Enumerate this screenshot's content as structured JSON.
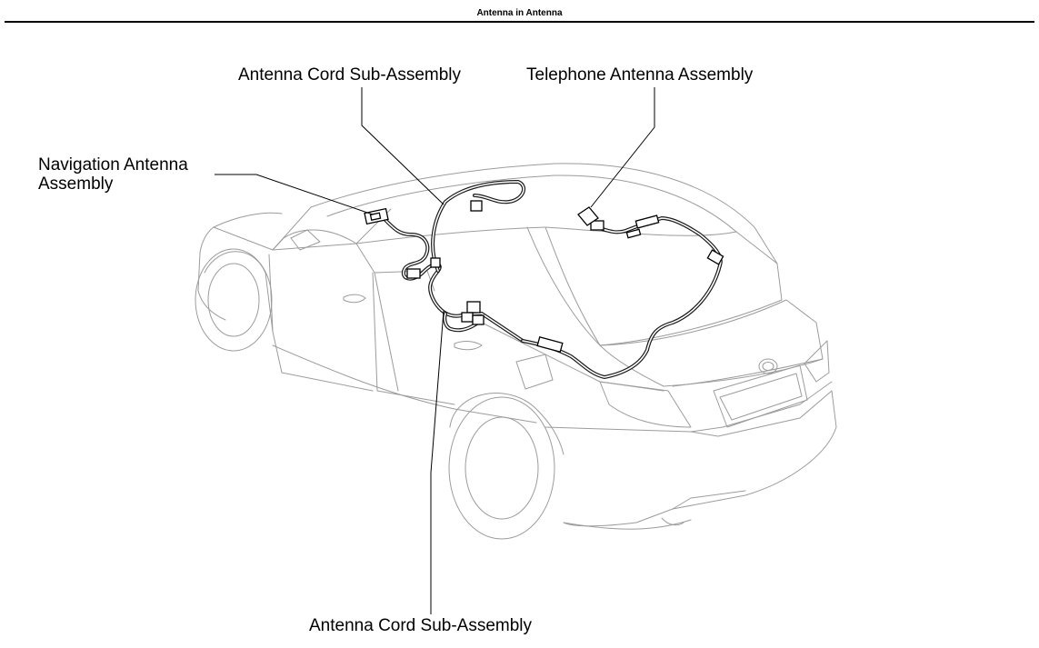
{
  "header": {
    "title": "Antenna in Antenna"
  },
  "callouts": {
    "antenna_cord_top": "Antenna Cord Sub-Assembly",
    "telephone_antenna": "Telephone Antenna Assembly",
    "navigation_antenna_line1": "Navigation Antenna",
    "navigation_antenna_line2": "Assembly",
    "antenna_cord_bottom": "Antenna Cord Sub-Assembly"
  }
}
